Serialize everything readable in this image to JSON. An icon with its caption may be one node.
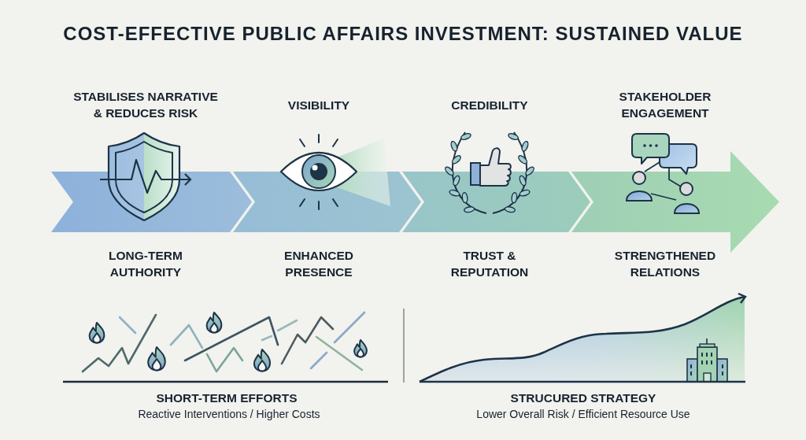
{
  "diagram": {
    "title": "COST-EFFECTIVE PUBLIC AFFAIRS INVESTMENT: SUSTAINED VALUE",
    "nodes": [
      {
        "text": [
          "STABILISES NARRATIVE & REDUCES RISK",
          "LONG-TERM AUTHORITY"
        ]
      },
      {
        "text": [
          "VISIBILITY",
          "ENHANCED PRESENCE"
        ]
      },
      {
        "text": [
          "CREDIBILITY",
          "TRUST & REPUTATION"
        ]
      },
      {
        "text": [
          "STAKEHOLDER ENGAGEMENT",
          "STRENGTHENED RELATIONS"
        ]
      }
    ],
    "labels": [
      "SHORT-TERM EFFORTS",
      "Reactive Interventions / Higher Costs",
      "STRUCURED STRATEGY",
      "Lower Overall Risk / Efficient Resource Use"
    ]
  }
}
